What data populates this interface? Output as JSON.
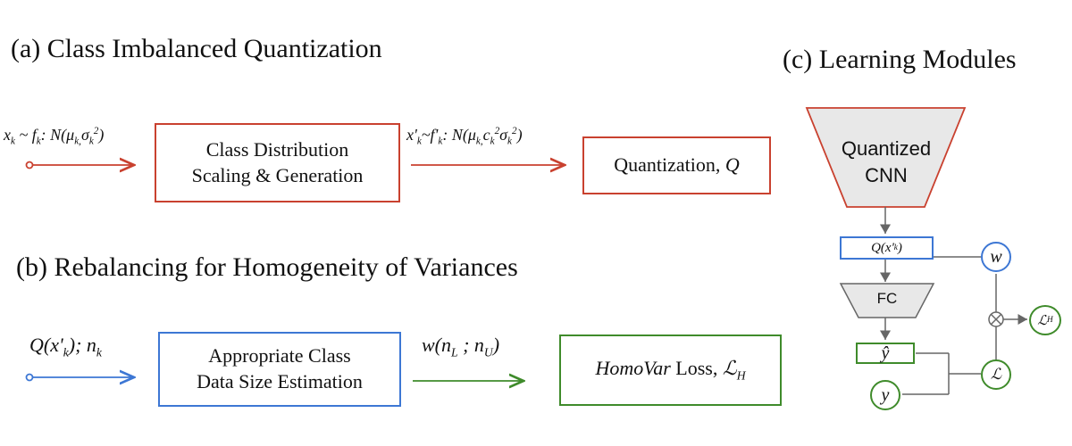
{
  "sections": {
    "a_title": "(a) Class Imbalanced Quantization",
    "b_title": "(b) Rebalancing for Homogeneity of Variances",
    "c_title": "(c) Learning Modules"
  },
  "panel_a": {
    "input_label": "x_k ~ f_k: N(μ_k, σ_k²)",
    "box1_line1": "Class Distribution",
    "box1_line2": "Scaling & Generation",
    "mid_label": "x'_k ~ f'_k: N(μ_k, c_k² σ_k²)",
    "box2_text": "Quantization, ",
    "box2_symbol": "Q"
  },
  "panel_b": {
    "input_label": "Q(x'_k); n_k",
    "box1_line1": "Appropriate Class",
    "box1_line2": "Data Size Estimation",
    "mid_label": "w(n_L ; n_U)",
    "box2_italic": "HomoVar",
    "box2_text": " Loss, ",
    "box2_symbol": "ℒ_H"
  },
  "panel_c": {
    "cnn_line1": "Quantized",
    "cnn_line2": "CNN",
    "feature": "Q(x'_k)",
    "fc": "FC",
    "y_hat": "ŷ",
    "y": "y",
    "w": "w",
    "multiply": "⊗",
    "loss": "ℒ",
    "loss_h": "ℒ_H"
  },
  "colors": {
    "red": "#c9412f",
    "blue": "#3d77d4",
    "green": "#3f8b2b",
    "gray_fill": "#e8e8e8",
    "gray_line": "#666666"
  }
}
